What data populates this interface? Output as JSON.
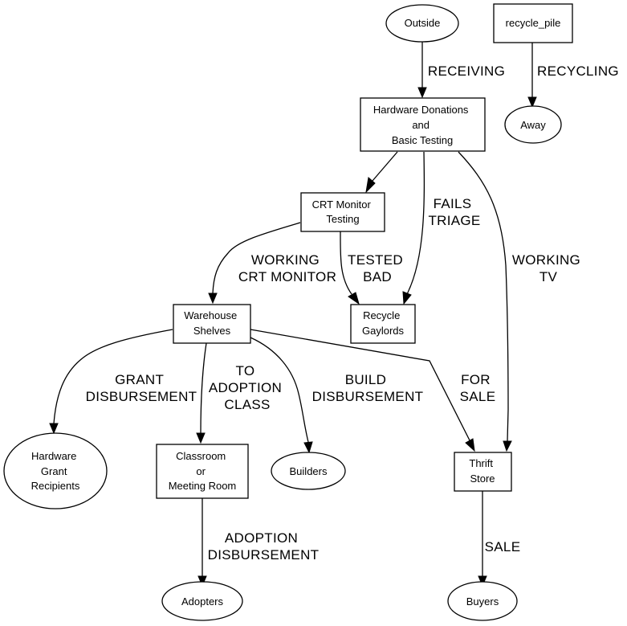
{
  "diagram": {
    "type": "directed-flowchart",
    "nodes": [
      {
        "id": "outside",
        "shape": "ellipse",
        "lines": [
          "Outside"
        ]
      },
      {
        "id": "recycle_pile",
        "shape": "box",
        "lines": [
          "recycle_pile"
        ]
      },
      {
        "id": "away",
        "shape": "ellipse",
        "lines": [
          "Away"
        ]
      },
      {
        "id": "hardware_donations",
        "shape": "box",
        "lines": [
          "Hardware Donations",
          "and",
          "Basic Testing"
        ]
      },
      {
        "id": "crt_monitor_testing",
        "shape": "box",
        "lines": [
          "CRT Monitor",
          "Testing"
        ]
      },
      {
        "id": "warehouse_shelves",
        "shape": "box",
        "lines": [
          "Warehouse",
          "Shelves"
        ]
      },
      {
        "id": "recycle_gaylords",
        "shape": "box",
        "lines": [
          "Recycle",
          "Gaylords"
        ]
      },
      {
        "id": "hardware_grant_recipients",
        "shape": "ellipse",
        "lines": [
          "Hardware",
          "Grant",
          "Recipients"
        ]
      },
      {
        "id": "classroom",
        "shape": "box",
        "lines": [
          "Classroom",
          "or",
          "Meeting Room"
        ]
      },
      {
        "id": "builders",
        "shape": "ellipse",
        "lines": [
          "Builders"
        ]
      },
      {
        "id": "thrift_store",
        "shape": "box",
        "lines": [
          "Thrift",
          "Store"
        ]
      },
      {
        "id": "adopters",
        "shape": "ellipse",
        "lines": [
          "Adopters"
        ]
      },
      {
        "id": "buyers",
        "shape": "ellipse",
        "lines": [
          "Buyers"
        ]
      }
    ],
    "edges": [
      {
        "id": "receiving",
        "from": "outside",
        "to": "hardware_donations",
        "label": [
          "RECEIVING"
        ]
      },
      {
        "id": "recycling",
        "from": "recycle_pile",
        "to": "away",
        "label": [
          "RECYCLING"
        ]
      },
      {
        "id": "to_crt",
        "from": "hardware_donations",
        "to": "crt_monitor_testing",
        "label": []
      },
      {
        "id": "fails_triage",
        "from": "hardware_donations",
        "to": "recycle_gaylords",
        "label": [
          "FAILS",
          "TRIAGE"
        ]
      },
      {
        "id": "working_tv",
        "from": "hardware_donations",
        "to": "thrift_store",
        "label": [
          "WORKING",
          "TV"
        ]
      },
      {
        "id": "working_crt",
        "from": "crt_monitor_testing",
        "to": "warehouse_shelves",
        "label": [
          "WORKING",
          "CRT MONITOR"
        ]
      },
      {
        "id": "tested_bad",
        "from": "crt_monitor_testing",
        "to": "recycle_gaylords",
        "label": [
          "TESTED",
          "BAD"
        ]
      },
      {
        "id": "grant_disbursement",
        "from": "warehouse_shelves",
        "to": "hardware_grant_recipients",
        "label": [
          "GRANT",
          "DISBURSEMENT"
        ]
      },
      {
        "id": "to_adoption_class",
        "from": "warehouse_shelves",
        "to": "classroom",
        "label": [
          "TO",
          "ADOPTION",
          "CLASS"
        ]
      },
      {
        "id": "build_disbursement",
        "from": "warehouse_shelves",
        "to": "builders",
        "label": [
          "BUILD",
          "DISBURSEMENT"
        ]
      },
      {
        "id": "for_sale",
        "from": "warehouse_shelves",
        "to": "thrift_store",
        "label": [
          "FOR",
          "SALE"
        ]
      },
      {
        "id": "adoption_disbursement",
        "from": "classroom",
        "to": "adopters",
        "label": [
          "ADOPTION",
          "DISBURSEMENT"
        ]
      },
      {
        "id": "sale",
        "from": "thrift_store",
        "to": "buyers",
        "label": [
          "SALE"
        ]
      }
    ]
  }
}
